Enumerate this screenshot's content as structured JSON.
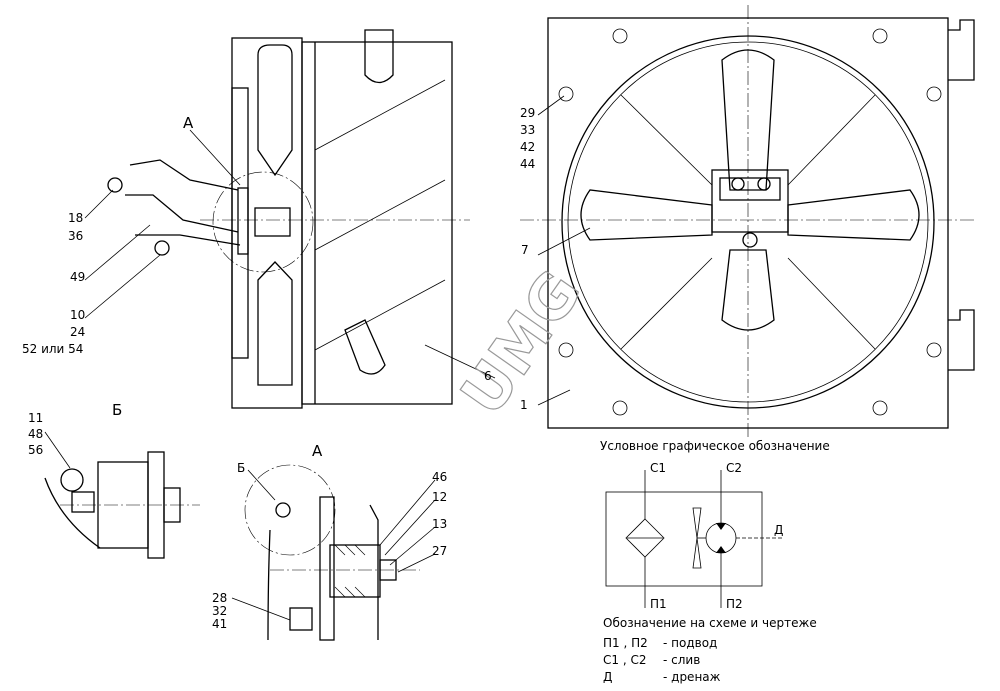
{
  "watermark": "UMG",
  "side_view": {
    "section_label": "А",
    "callouts": [
      {
        "lines": [
          "18",
          "36"
        ]
      },
      {
        "lines": [
          "49"
        ]
      },
      {
        "lines": [
          "10",
          "24",
          "52 или 54"
        ]
      },
      {
        "lines": [
          "6"
        ]
      }
    ]
  },
  "front_view": {
    "callouts": [
      {
        "lines": [
          "29",
          "33",
          "42",
          "44"
        ]
      },
      {
        "lines": [
          "7"
        ]
      },
      {
        "lines": [
          "1"
        ]
      }
    ]
  },
  "detail_b": {
    "title": "Б",
    "callout": [
      "11",
      "48",
      "56"
    ]
  },
  "detail_a": {
    "title": "А",
    "sub_label": "Б",
    "callouts": [
      "46",
      "12",
      "13",
      "27"
    ],
    "bottom_callout": [
      "28",
      "32",
      "41"
    ]
  },
  "symbol": {
    "title": "Условное графическое обозначение",
    "ports": {
      "c1": "С1",
      "c2": "С2",
      "d": "Д",
      "p1": "П1",
      "p2": "П2"
    },
    "legend_title": "Обозначение на схеме и чертеже",
    "legend": [
      {
        "key": "П1 , П2",
        "value": "- подвод"
      },
      {
        "key": "С1 , С2",
        "value": "- слив"
      },
      {
        "key": "Д",
        "value": "- дренаж"
      }
    ]
  }
}
